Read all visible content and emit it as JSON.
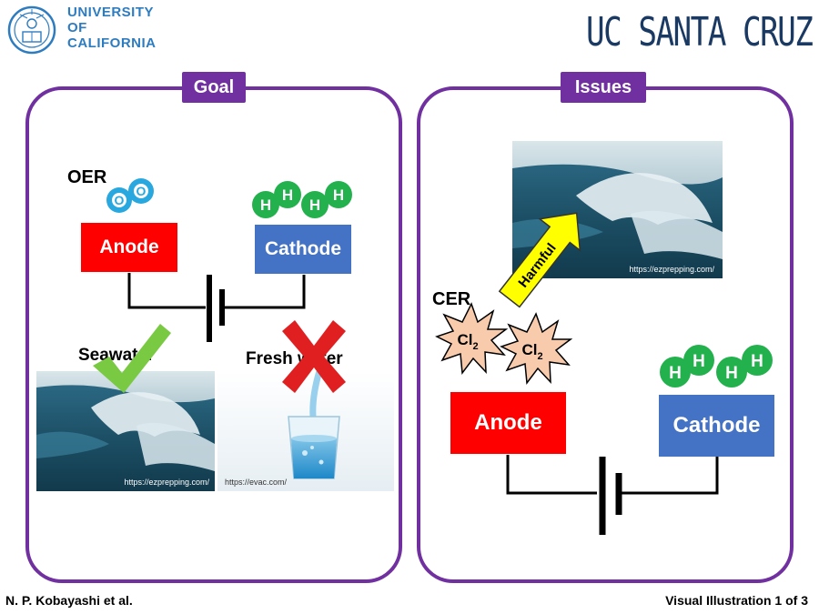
{
  "header": {
    "uc_lines": [
      "UNIVERSITY",
      "OF",
      "CALIFORNIA"
    ],
    "ucsc_title": "UC SANTA CRUZ"
  },
  "goal": {
    "label": "Goal",
    "oer_label": "OER",
    "o_symbols": [
      "O",
      "O"
    ],
    "h_symbols": [
      "H",
      "H",
      "H",
      "H"
    ],
    "anode_label": "Anode",
    "cathode_label": "Cathode",
    "seawater_label": "Seawater",
    "freshwater_label": "Fresh water",
    "seawater_credit": "https://ezprepping.com/",
    "freshwater_credit": "https://evac.com/"
  },
  "issues": {
    "label": "Issues",
    "cer_label": "CER",
    "cl_symbol": "Cl",
    "cl_subscript": "2",
    "harmful_label": "Harmful",
    "wave_credit": "https://ezprepping.com/",
    "h_symbols": [
      "H",
      "H",
      "H",
      "H"
    ],
    "anode_label": "Anode",
    "cathode_label": "Cathode"
  },
  "footer": {
    "author": "N. P. Kobayashi et al.",
    "slide_info": "Visual Illustration 1 of 3"
  },
  "colors": {
    "purple": "#7030a0",
    "anode_red": "#ff0000",
    "cathode_blue": "#4472c4",
    "oxygen_blue": "#29a8e0",
    "hydrogen_green": "#22b14c",
    "chlorine_orange": "#f8cbad",
    "harmful_yellow": "#ffff00"
  }
}
